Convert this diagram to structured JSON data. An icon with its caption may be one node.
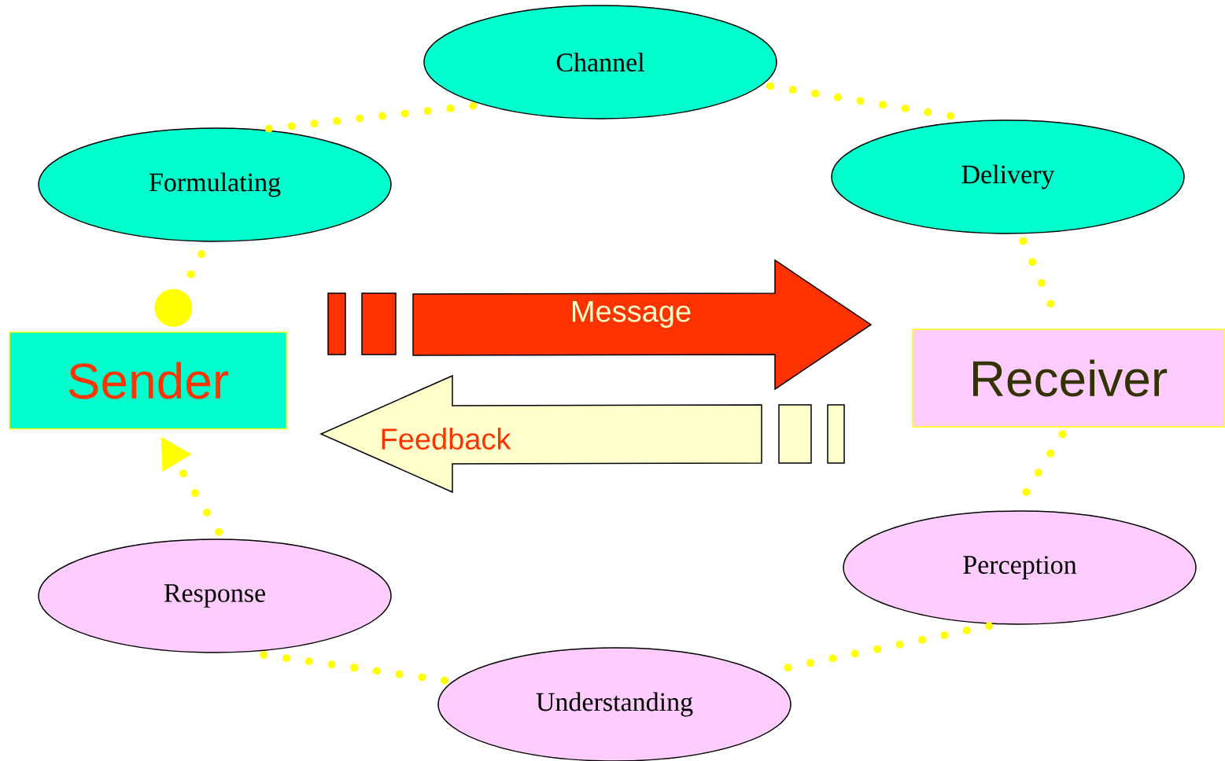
{
  "diagram": {
    "nodes": [
      {
        "text": [
          "Sender"
        ]
      },
      {
        "text": [
          "Formulating"
        ]
      },
      {
        "text": [
          "Channel"
        ]
      },
      {
        "text": [
          "Delivery"
        ]
      },
      {
        "text": [
          "Receiver"
        ]
      },
      {
        "text": [
          "Perception"
        ]
      },
      {
        "text": [
          "Understanding"
        ]
      },
      {
        "text": [
          "Response"
        ]
      }
    ],
    "edges": [
      {
        "from": 0,
        "to": 1,
        "arrow": "other"
      },
      {
        "from": 1,
        "to": 2,
        "arrow": "none"
      },
      {
        "from": 2,
        "to": 3,
        "arrow": "none"
      },
      {
        "from": 3,
        "to": 4,
        "arrow": "none"
      },
      {
        "from": 4,
        "to": 5,
        "arrow": "none"
      },
      {
        "from": 5,
        "to": 6,
        "arrow": "none"
      },
      {
        "from": 6,
        "to": 7,
        "arrow": "none"
      },
      {
        "from": 7,
        "to": 0,
        "arrow": "to"
      },
      {
        "from": 0,
        "to": 4,
        "arrow": "to",
        "label": "Message",
        "style": "thick",
        "color": "#ff3300"
      },
      {
        "from": 4,
        "to": 0,
        "arrow": "to",
        "label": "Feedback",
        "style": "thick",
        "color": "#ffffcc"
      }
    ]
  }
}
